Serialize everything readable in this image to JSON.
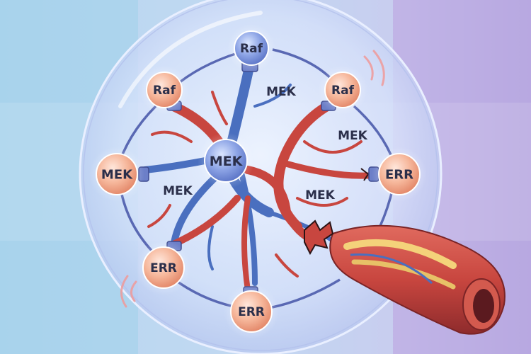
{
  "colors": {
    "node_blue": "#5f78c9",
    "node_orange": "#f0a07e",
    "vessel_red": "#c8463f",
    "vessel_blue": "#4a6fbf",
    "ring": "#5968b3"
  },
  "diagram": {
    "center_node": {
      "label": "MEK"
    },
    "ring_nodes": [
      {
        "id": "top",
        "label": "Raf",
        "color": "blue"
      },
      {
        "id": "upper-left",
        "label": "Raf",
        "color": "orange"
      },
      {
        "id": "upper-right",
        "label": "Raf",
        "color": "orange"
      },
      {
        "id": "left",
        "label": "MEK",
        "color": "orange"
      },
      {
        "id": "right",
        "label": "ERR",
        "color": "orange"
      },
      {
        "id": "lower-left",
        "label": "ERR",
        "color": "orange"
      },
      {
        "id": "bottom",
        "label": "ERR",
        "color": "orange"
      }
    ],
    "free_labels": [
      {
        "id": "upper-mid",
        "label": "MEK"
      },
      {
        "id": "right-upper",
        "label": "MEK"
      },
      {
        "id": "right-lower",
        "label": "MEK"
      },
      {
        "id": "left-mid",
        "label": "MEK"
      }
    ],
    "icons": [
      "sphere-icon",
      "blood-vessel-icon",
      "broken-vessel-icon",
      "sound-wave-icon"
    ]
  }
}
